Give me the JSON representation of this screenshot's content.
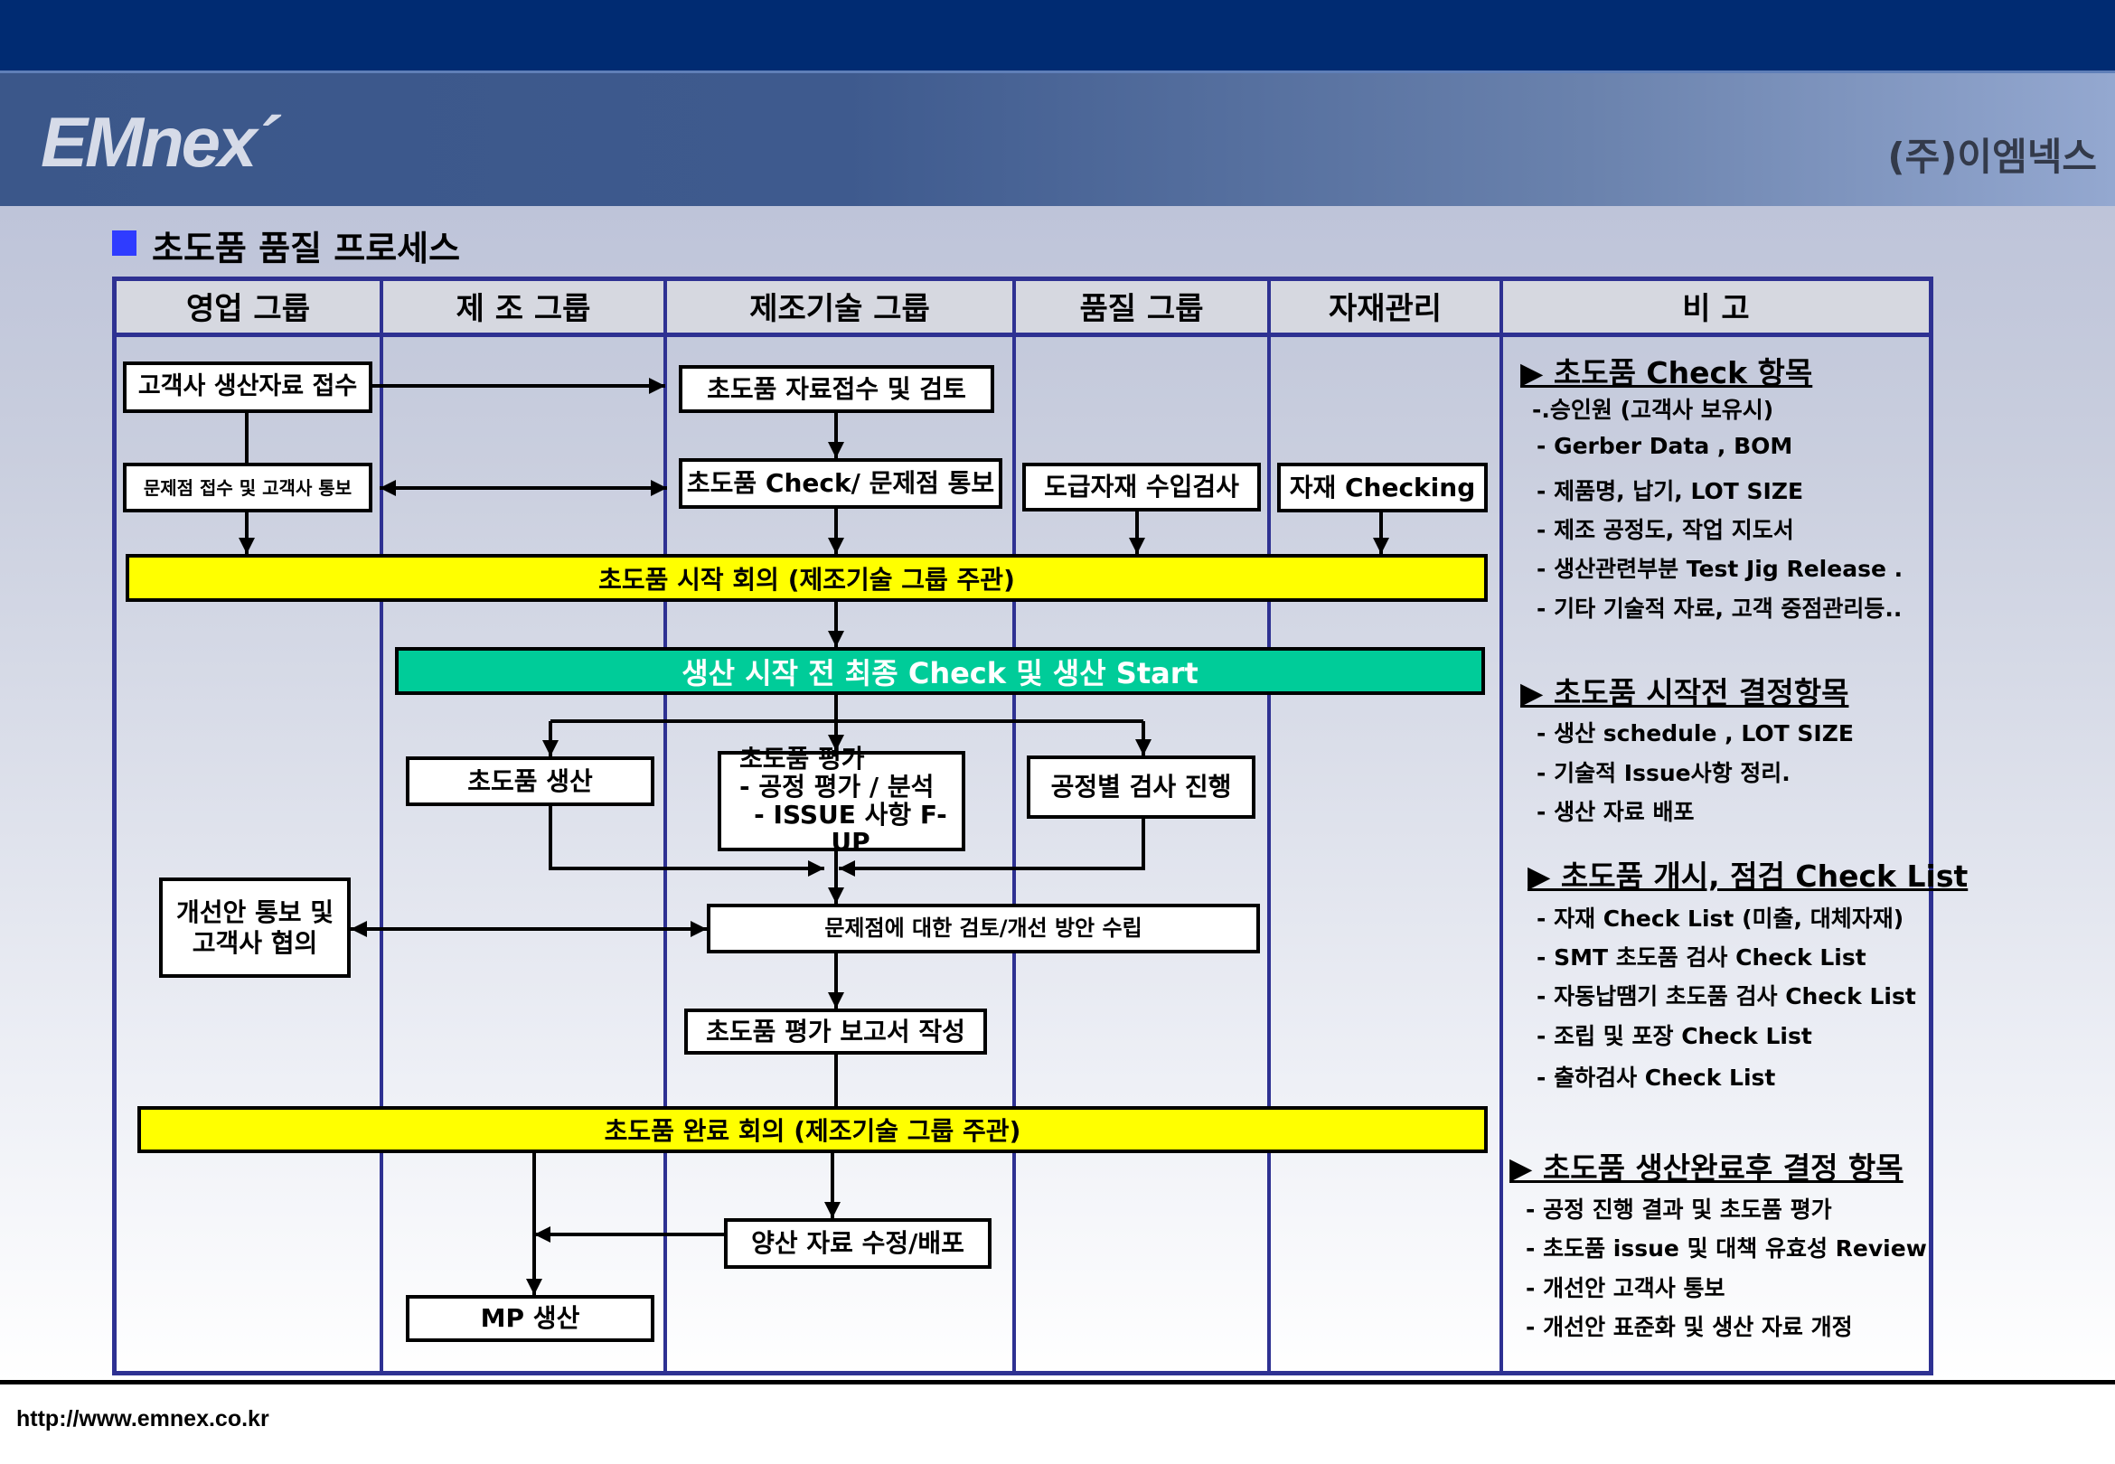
{
  "header": {
    "logo": "EMnex´",
    "company": "(주)이엠넥스"
  },
  "title": "초도품  품질 프로세스",
  "columns": [
    "영업  그룹",
    "제 조 그룹",
    "제조기술 그룹",
    "품질 그룹",
    "자재관리",
    "비    고"
  ],
  "boxes": {
    "receive_customer": "고객사 생산자료 접수",
    "review_data": "초도품 자료접수 및 검토",
    "issue_notify_customer": "문제점 접수 및 고객사 통보",
    "check_notify": "초도품 Check/ 문제점 통보",
    "incoming_inspection": "도급자재 수입검사",
    "material_checking": "자재 Checking",
    "start_meeting": "초도품 시작 회의 (제조기술 그룹 주관)",
    "final_check": "생산 시작 전 최종 Check  및 생산 Start",
    "production": "초도품 생산",
    "eval_title": "초도품 평가",
    "eval_line1": "- 공정 평가 / 분석",
    "eval_line2": "- ISSUE 사항 F-UP",
    "process_inspection": "공정별 검사 진행",
    "improve_notify_1": "개선안 통보 및",
    "improve_notify_2": "고객사 협의",
    "review_improve": "문제점에 대한 검토/개선 방안 수립",
    "report": "초도품 평가 보고서 작성",
    "complete_meeting": "초도품  완료 회의 (제조기술 그룹 주관)",
    "mass_data": "양산 자료 수정/배포",
    "mp": "MP 생산"
  },
  "notes": [
    {
      "heading": "▶  초도품 Check 항목 ",
      "items": [
        "-.승인원 (고객사 보유시)",
        "- Gerber Data ,  BOM",
        "- 제품명, 납기, LOT SIZE",
        "- 제조 공정도, 작업 지도서",
        "- 생산관련부분 Test Jig Release .",
        "- 기타 기술적 자료, 고객 중점관리등.."
      ]
    },
    {
      "heading": "▶  초도품 시작전 결정항목",
      "items": [
        "- 생산 schedule , LOT SIZE",
        "- 기술적 Issue사항 정리.",
        "- 생산 자료 배포"
      ]
    },
    {
      "heading": "▶  초도품 개시, 점검 Check List",
      "items": [
        "- 자재 Check List (미출, 대체자재)",
        "- SMT 초도품 검사 Check List",
        "- 자동납땜기 초도품 검사 Check List",
        "- 조립 및 포장  Check List",
        "- 출하검사 Check List"
      ]
    },
    {
      "heading": "▶  초도품   생산완료후   결정 항목",
      "items": [
        "- 공정 진행 결과 및 초도품 평가",
        "- 초도품 issue 및 대책 유효성 Review",
        "- 개선안 고객사 통보",
        "- 개선안 표준화 및 생산 자료 개정"
      ]
    }
  ],
  "footer": {
    "url": "http://www.emnex.co.kr"
  }
}
